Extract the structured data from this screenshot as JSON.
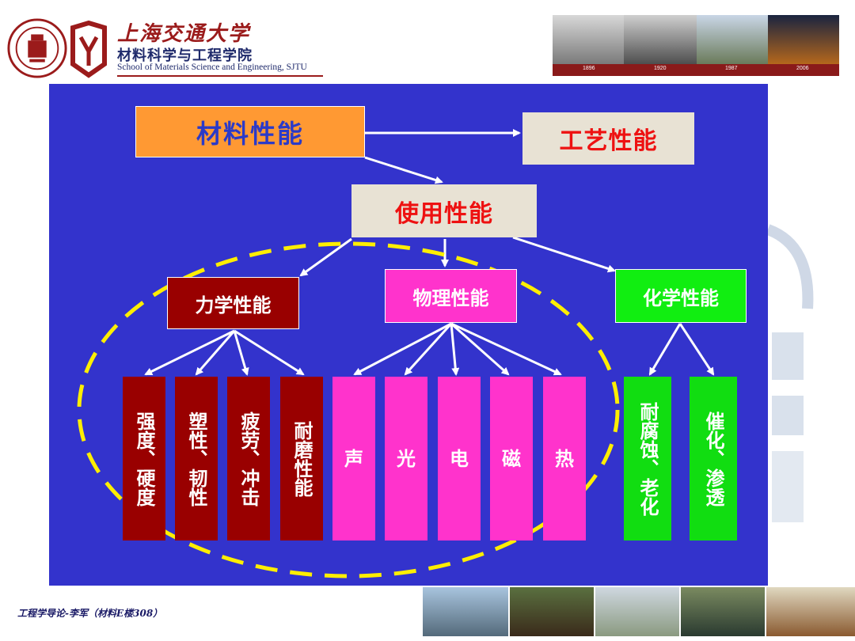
{
  "header": {
    "university": "上海交通大学",
    "school_cn": "材料科学与工程学院",
    "school_en": "School of Materials Science and Engineering, SJTU",
    "years": [
      "1896",
      "1920",
      "1987",
      "2006"
    ]
  },
  "diagram": {
    "root": "材料性能",
    "process": "工艺性能",
    "use": "使用性能",
    "categories": {
      "mechanical": "力学性能",
      "physical": "物理性能",
      "chemical": "化学性能"
    },
    "mechanical_items": [
      "强度、硬度",
      "塑性、韧性",
      "疲劳、冲击",
      "耐磨性能"
    ],
    "physical_items": [
      "声",
      "光",
      "电",
      "磁",
      "热"
    ],
    "chemical_items": [
      "耐腐蚀、老化",
      "催化、渗透"
    ]
  },
  "colors": {
    "panel": "#3333cc",
    "root": "#ff9933",
    "mechanical": "#990000",
    "physical": "#ff33cc",
    "chemical": "#11ee11",
    "highlight": "#ffee00"
  },
  "footer": {
    "text": "工程学导论-李军（材料E楼308）"
  }
}
